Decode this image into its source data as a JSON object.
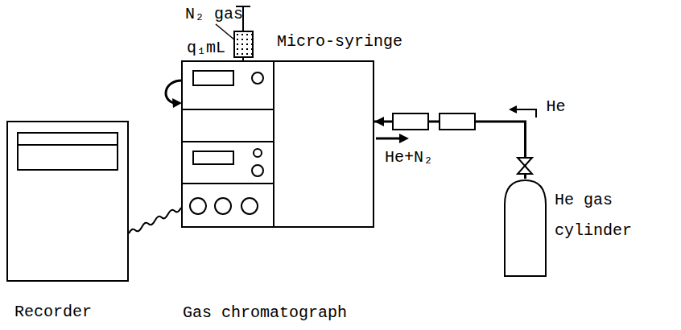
{
  "diagram": {
    "nodes": [
      {
        "text": [
          "Micro-syringe"
        ]
      },
      {
        "text": [
          "Gas chromatograph"
        ]
      },
      {
        "text": [
          "Recorder"
        ]
      },
      {
        "text": [
          "He gas cylinder"
        ]
      }
    ],
    "edges": [
      {
        "from": 3,
        "to": 1,
        "arrow": "to",
        "label": "He"
      },
      {
        "from": 2,
        "to": 1,
        "arrow": "none"
      }
    ],
    "labels": [
      "N₂ gas",
      "q₁mL",
      "He+N₂"
    ]
  }
}
